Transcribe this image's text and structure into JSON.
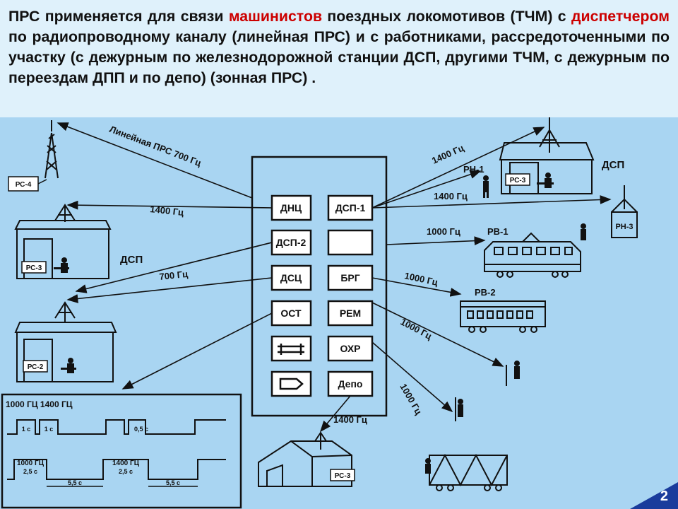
{
  "text": {
    "p1": "ПРС применяется для связи ",
    "h1": "машинистов",
    "p2": " поездных локомотивов (ТЧМ) с ",
    "h2": "диспетчером",
    "p3": " по радиопроводному каналу (линейная ПРС) и с работниками, рассредоточенными по участку (с дежурным по железнодорожной станции ДСП,  другими ТЧМ,  с дежурным по переездам  ДПП и по депо) (зонная ПРС) ."
  },
  "colors": {
    "highlight": "#cc0000",
    "header_bg": "#dff1fb",
    "diagram_bg": "#a9d5f2",
    "ink": "#111111"
  },
  "panel": {
    "left_blocks": [
      "ДНЦ",
      "ДСП-2",
      "ДСЦ",
      "ОСТ"
    ],
    "right_blocks": [
      "ДСП-1",
      "",
      "БРГ",
      "РЕМ",
      "ОХР",
      "Депо"
    ],
    "icon_blocks": [
      "switch-icon",
      "arrow-box-icon"
    ]
  },
  "links": {
    "line_prs": "Линейная ПРС 700 Гц",
    "f1400_left": "1400 Гц",
    "f700": "700 Гц",
    "f1400_top": "1400 Гц",
    "f1400_mid": "1400 Гц",
    "f1000_rv1": "1000 Гц",
    "f1000_rv2": "1000 Гц",
    "f1000_r1": "1000 Гц",
    "f1000_r2": "1000 Гц",
    "f1400_depot": "1400 Гц"
  },
  "stations": {
    "rs4": "РС-4",
    "rs3_left": "РС-3",
    "dsp_left": "ДСП",
    "rs2": "РС-2",
    "rs3_right": "РС-3",
    "dsp_right": "ДСП",
    "rn1": "РН-1",
    "rn3": "РН-3",
    "rv1": "РВ-1",
    "rv2": "РВ-2",
    "rs3_depot": "РС-3"
  },
  "timing": {
    "row1_title": "1000 ГЦ  1400 ГЦ",
    "t1": "1 с",
    "t2": "1 с",
    "t3": "0,5 с",
    "row2_a": "1000 ГЦ",
    "row2_a_dur": "2,5 с",
    "row2_b": "1400 ГЦ",
    "row2_b_dur": "2,5 с",
    "gap1": "5,5 с",
    "gap2": "5,5 с"
  },
  "slide_number": "2"
}
